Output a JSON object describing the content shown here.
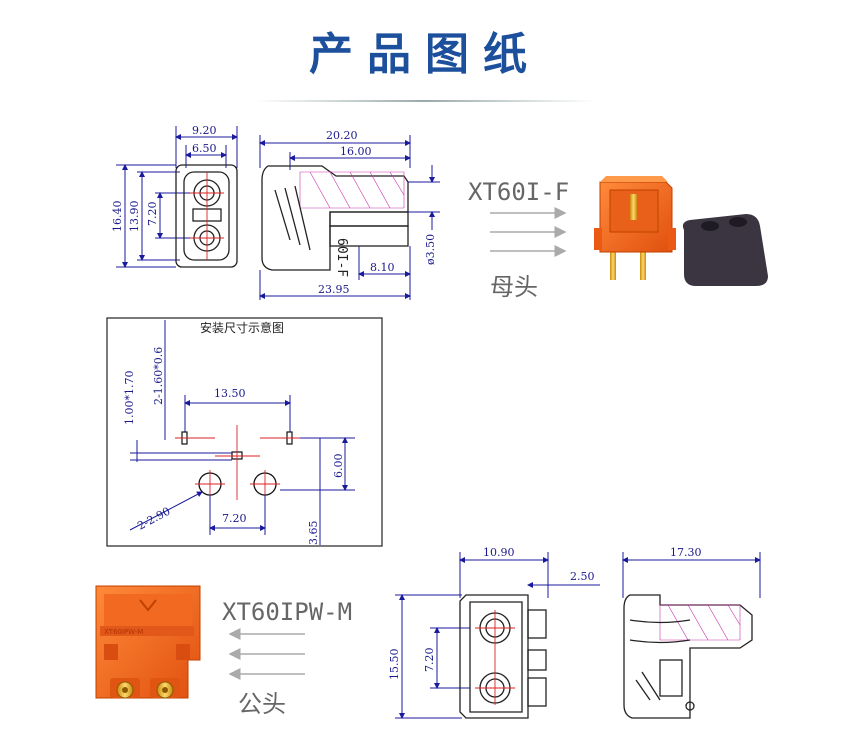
{
  "title": "产品图纸",
  "female": {
    "model": "XT60I-F",
    "caption": "母头",
    "front_dims": {
      "w_outer": "9.20",
      "w_inner": "6.50",
      "h_outer": "16.40",
      "h_inner": "13.90",
      "pitch": "7.20"
    },
    "side_dims": {
      "len_top": "20.20",
      "len_mid": "16.00",
      "len_bottom": "23.95",
      "pin": "8.10",
      "pin_dia": "ø3.50",
      "mark": "60I-F"
    }
  },
  "install": {
    "title": "安装尺寸示意图",
    "slot_size": "1.00*1.70",
    "slot_count": "2-1.60*0.6",
    "slot_spacing": "13.50",
    "vertical": "6.00",
    "holes": "2-2.90",
    "hole_pitch": "7.20",
    "bottom": "3.65"
  },
  "male": {
    "model": "XT60IPW-M",
    "caption": "公头",
    "front_dims": {
      "width": "10.90",
      "height": "15.50",
      "pitch": "7.20",
      "offset": "2.50"
    },
    "side_dims": {
      "length": "17.30"
    }
  },
  "colors": {
    "title": "#1c4f9c",
    "connector": "#f0641e",
    "cap": "#3a3540",
    "dimension": "#1a1a9c",
    "centerline": "#d22222"
  }
}
